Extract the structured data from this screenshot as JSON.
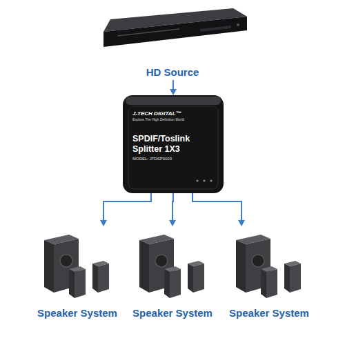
{
  "diagram": {
    "nodes": [
      {
        "text": [
          "HD Source"
        ]
      },
      {
        "text": [
          "J-TECH DIGITAL™",
          "Explore The High Definition World",
          "SPDIF/Toslink Splitter 1X3",
          "MODEL: JTDSP0103"
        ]
      },
      {
        "text": [
          "Speaker System"
        ]
      },
      {
        "text": [
          "Speaker System"
        ]
      },
      {
        "text": [
          "Speaker System"
        ]
      }
    ],
    "edges": [
      {
        "from": 0,
        "to": 1,
        "arrow": "to"
      },
      {
        "from": 1,
        "to": 2,
        "arrow": "to"
      },
      {
        "from": 1,
        "to": 3,
        "arrow": "to"
      },
      {
        "from": 1,
        "to": 4,
        "arrow": "to"
      }
    ]
  }
}
